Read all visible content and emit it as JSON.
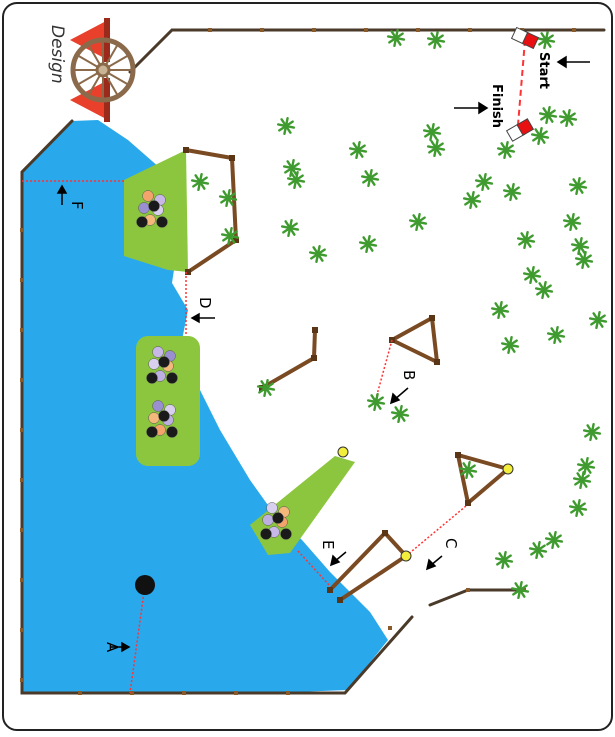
{
  "logo": {
    "text": "Design",
    "cone_color": "#e8402a"
  },
  "labels": {
    "start": "Start",
    "finish": "Finish",
    "a": "A",
    "b": "B",
    "c": "C",
    "d": "D",
    "e": "E",
    "f": "F"
  },
  "colors": {
    "water": "#29a8ec",
    "grass": "#8cc63f",
    "fence": "#7a4a22",
    "plant": "#3f9b2f",
    "flag": "#e81010",
    "route": "#ff3333"
  },
  "icons": {
    "plant": "star-plant-icon",
    "flag": "finish-flag-icon",
    "hole": "black-hole-icon",
    "post": "yellow-post-icon",
    "wheel": "wagon-wheel-icon"
  }
}
